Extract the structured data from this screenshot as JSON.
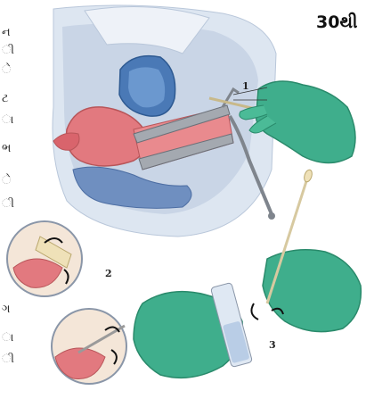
{
  "headline": "30થી",
  "left_edge_text": [
    "ન",
    "ી",
    "ે",
    "ટ",
    "ા",
    "ભ",
    "ે",
    "ી",
    "ગ",
    "ા",
    "ી"
  ],
  "step_labels": [
    "1",
    "2",
    "3"
  ],
  "colors": {
    "glove": "#3fae8c",
    "glove_dark": "#2a8a6b",
    "tissue_pink": "#e2797f",
    "tissue_light": "#c9d5e6",
    "organ_blue": "#4a79b6",
    "speculum": "#8c929a"
  }
}
